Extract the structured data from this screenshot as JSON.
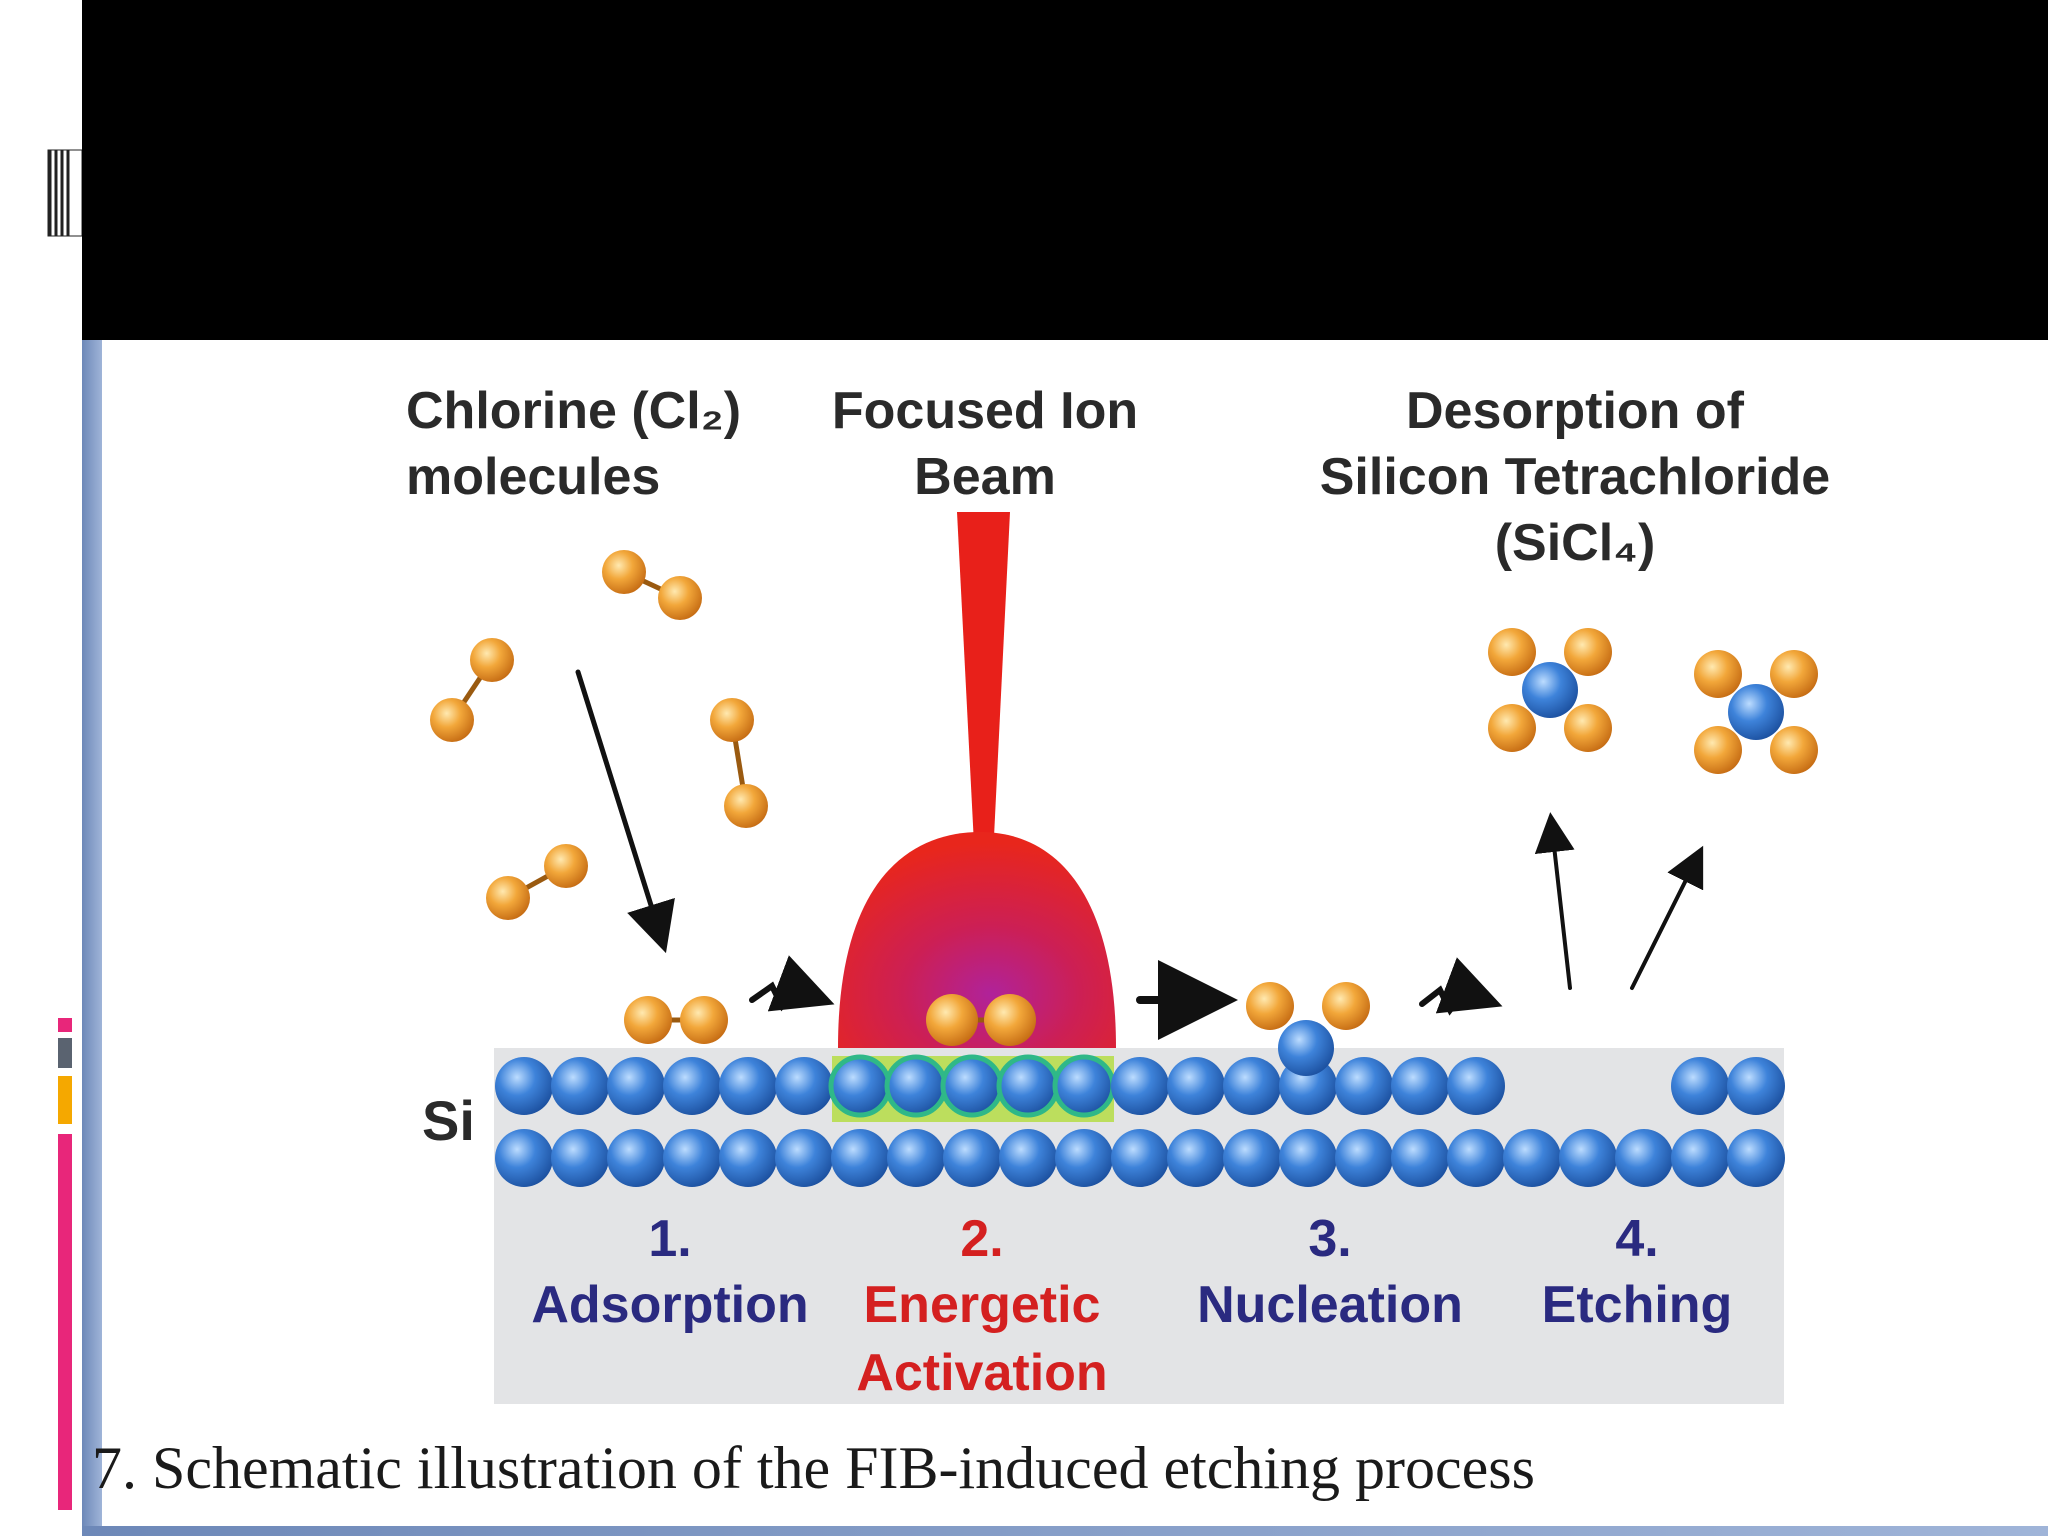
{
  "diagram": {
    "labels": {
      "chlorine_line1": "Chlorine (Cl₂)",
      "chlorine_line2": "molecules",
      "fib_line1": "Focused Ion",
      "fib_line2": "Beam",
      "desorption_line1": "Desorption of",
      "desorption_line2": "Silicon Tetrachloride",
      "desorption_line3": "(SiCl₄)",
      "substrate": "Si"
    },
    "steps": [
      {
        "number": "1.",
        "line1": "Adsorption",
        "line2": ""
      },
      {
        "number": "2.",
        "line1": "Energetic",
        "line2": "Activation"
      },
      {
        "number": "3.",
        "line1": "Nucleation",
        "line2": ""
      },
      {
        "number": "4.",
        "line1": "Etching",
        "line2": ""
      }
    ],
    "caption": "7. Schematic illustration of the FIB-induced etching process"
  },
  "colors": {
    "header_bar": "#000000",
    "chlorine_atom": "#f0a032",
    "silicon_atom": "#3a7fd5",
    "ion_beam": "#e8201a",
    "activation_dome": "#d92020",
    "activated_region": "#a6d63a",
    "step_dark": "#2a2a80",
    "step_red": "#d42020",
    "accent_magenta": "#e8267a",
    "accent_orange": "#f5a800",
    "accent_slate": "#5a6370"
  }
}
